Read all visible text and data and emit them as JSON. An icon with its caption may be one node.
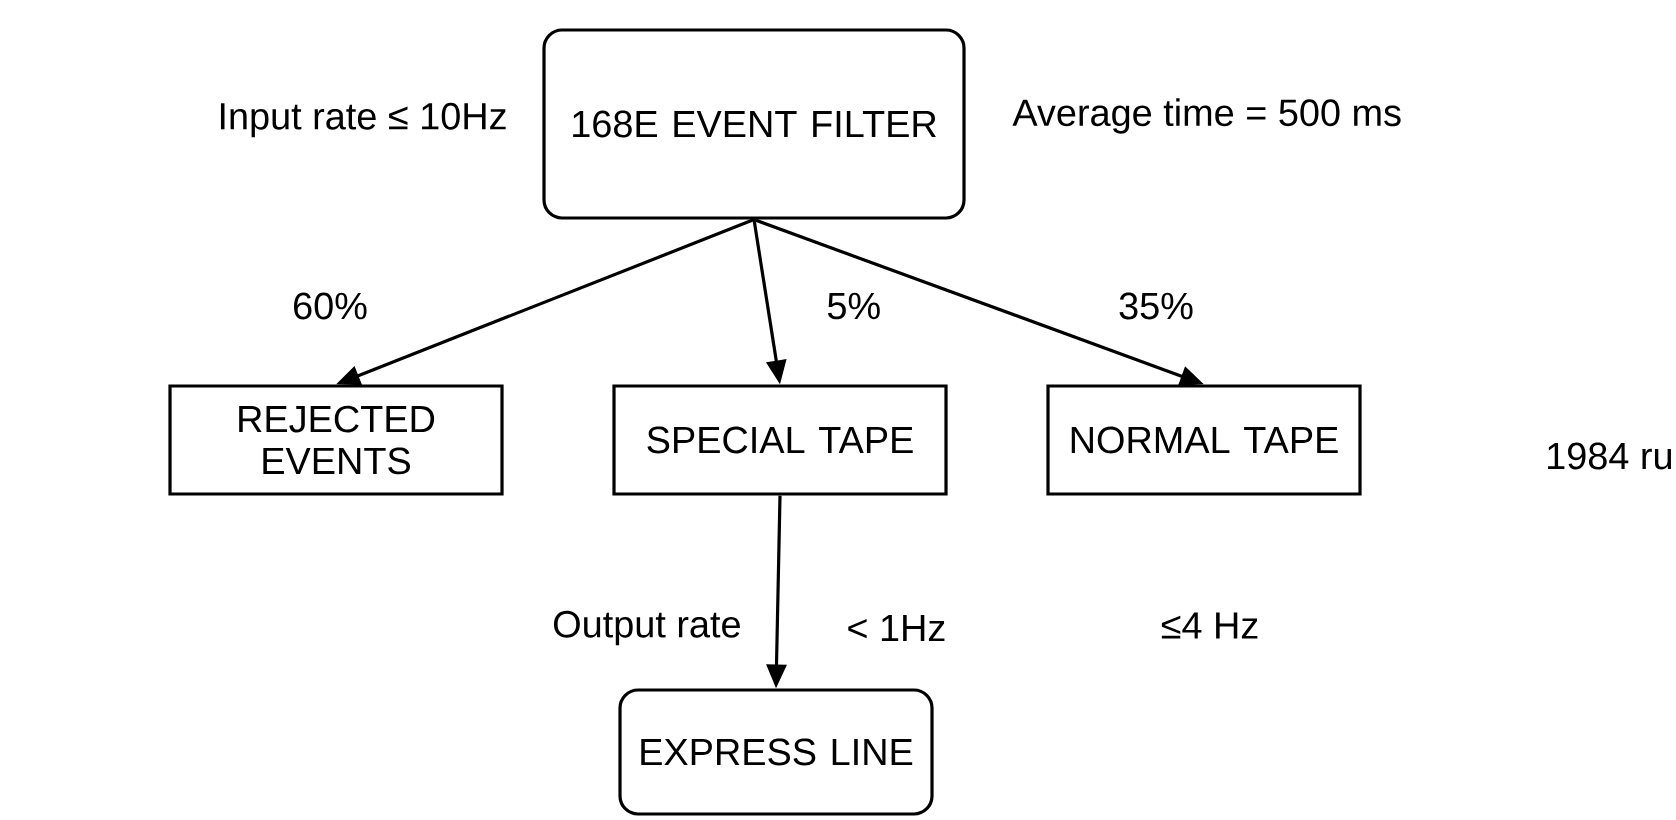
{
  "diagram": {
    "nodes": [
      {
        "text": [
          "168E EVENT FILTER"
        ],
        "beside": [
          "Input rate ≤ 10Hz",
          "Average time = 500 ms"
        ]
      },
      {
        "text": [
          "REJECTED EVENTS"
        ]
      },
      {
        "text": [
          "SPECIAL TAPE"
        ]
      },
      {
        "text": [
          "NORMAL TAPE"
        ],
        "beside": [
          "≤4 Hz"
        ]
      },
      {
        "text": [
          "EXPRESS LINE"
        ]
      }
    ],
    "edges": [
      {
        "from": 0,
        "to": 1,
        "arrow": "to",
        "label": "60%"
      },
      {
        "from": 0,
        "to": 2,
        "arrow": "to",
        "label": "5%"
      },
      {
        "from": 0,
        "to": 3,
        "arrow": "to",
        "label": "35%"
      },
      {
        "from": 2,
        "to": 4,
        "arrow": "to",
        "label": "< 1Hz"
      }
    ],
    "labels": [
      "Output rate",
      "1984 ru"
    ]
  }
}
